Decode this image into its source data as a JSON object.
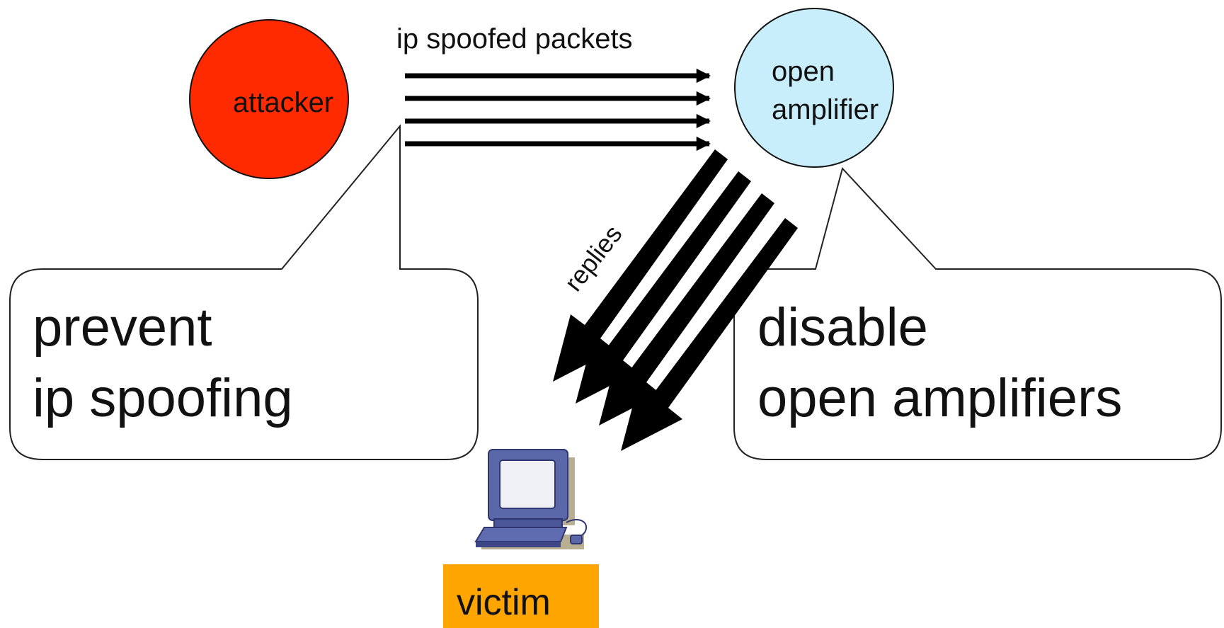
{
  "nodes": {
    "attacker": {
      "label": "attacker",
      "fill": "#ff2a00"
    },
    "amplifier": {
      "label_line1": "open",
      "label_line2": "amplifier",
      "fill": "#c8eefc"
    },
    "victim": {
      "label": "victim",
      "fill": "#ffa500"
    }
  },
  "edges": {
    "spoofed": {
      "label": "ip spoofed packets",
      "count": 4
    },
    "replies": {
      "label": "replies",
      "count": 4
    }
  },
  "callouts": {
    "left": {
      "line1": "prevent",
      "line2": "ip spoofing"
    },
    "right": {
      "line1": "disable",
      "line2": "open amplifiers"
    }
  },
  "colors": {
    "arrow": "#000000",
    "callout_border": "#222222"
  },
  "icons": {
    "victim_icon": "computer-workstation-icon"
  }
}
